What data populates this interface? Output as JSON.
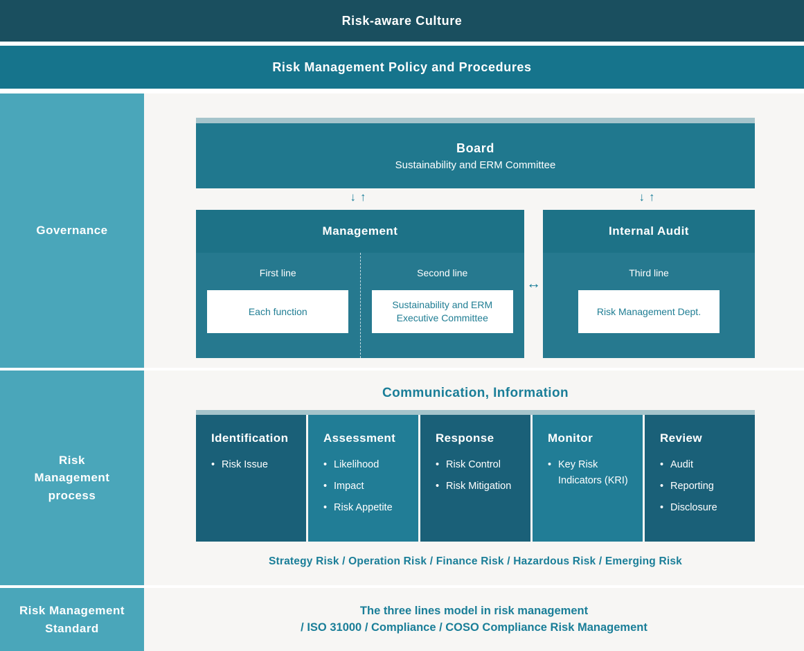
{
  "banners": {
    "culture": "Risk-aware Culture",
    "policy": "Risk Management Policy and Procedures"
  },
  "sidebar": {
    "governance": "Governance",
    "process": "Risk\nManagement\nprocess",
    "standard": "Risk Management\nStandard"
  },
  "governance": {
    "board": {
      "title": "Board",
      "subtitle": "Sustainability and ERM Committee"
    },
    "management": {
      "title": "Management",
      "first_line": {
        "label": "First line",
        "box": "Each function"
      },
      "second_line": {
        "label": "Second line",
        "box": "Sustainability and ERM Executive Committee"
      }
    },
    "internal_audit": {
      "title": "Internal Audit",
      "third_line": {
        "label": "Third line",
        "box": "Risk Management Dept."
      }
    }
  },
  "icons": {
    "down_arrow": "↓",
    "up_arrow": "↑",
    "left_right_arrow": "↔"
  },
  "process": {
    "header": "Communication, Information",
    "columns": [
      {
        "title": "Identification",
        "items": [
          "Risk Issue"
        ]
      },
      {
        "title": "Assessment",
        "items": [
          "Likelihood",
          "Impact",
          "Risk Appetite"
        ]
      },
      {
        "title": "Response",
        "items": [
          "Risk Control",
          "Risk Mitigation"
        ]
      },
      {
        "title": "Monitor",
        "items": [
          "Key Risk Indicators (KRI)"
        ]
      },
      {
        "title": "Review",
        "items": [
          "Audit",
          "Reporting",
          "Disclosure"
        ]
      }
    ],
    "risk_types": "Strategy Risk / Operation Risk / Finance Risk / Hazardous Risk / Emerging Risk"
  },
  "standard": {
    "line1": "The three lines model in risk management",
    "line2": "/ ISO 31000 / Compliance / COSO Compliance Risk Management"
  },
  "colors": {
    "banner1_bg": "#1a4f5f",
    "banner2_bg": "#16748c",
    "sidebar_bg": "#4aa6ba",
    "box_teal": "#20788e",
    "column_dark": "#1a6078",
    "column_light": "#217d96",
    "accent_bar": "#a5c4cb",
    "teal_text": "#1a7e98",
    "content_bg": "#f7f6f4"
  }
}
